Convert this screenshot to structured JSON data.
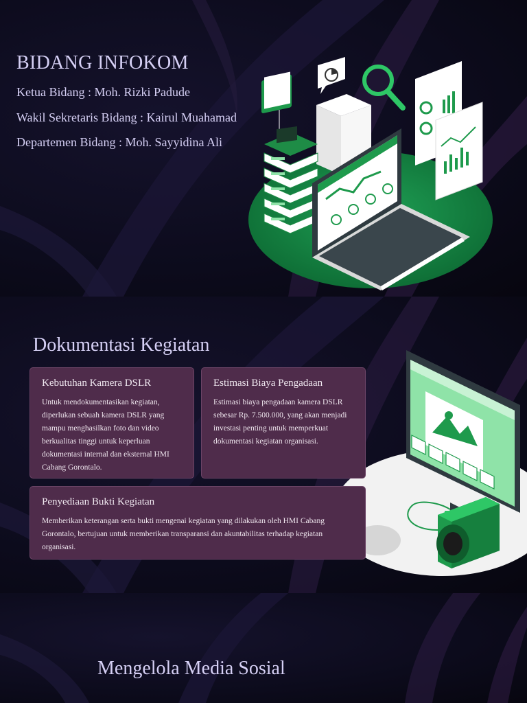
{
  "slide1": {
    "title": "BIDANG INFOKOM",
    "lines": [
      "Ketua Bidang : Moh. Rizki Padude",
      "Wakil Sekretaris Bidang : Kairul Muahamad",
      "Departemen Bidang : Moh. Sayyidina Ali"
    ],
    "illustration": "server-laptop-analytics-illustration",
    "accent": "#1f9d4f"
  },
  "slide2": {
    "title": "Dokumentasi Kegiatan",
    "cards": [
      {
        "heading": "Kebutuhan Kamera DSLR",
        "body": "Untuk mendokumentasikan kegiatan, diperlukan sebuah kamera DSLR yang mampu menghasilkan foto dan video berkualitas tinggi untuk keperluan dokumentasi internal dan eksternal HMI Cabang Gorontalo."
      },
      {
        "heading": "Estimasi Biaya Pengadaan",
        "body": "Estimasi biaya pengadaan kamera DSLR sebesar Rp. 7.500.000, yang akan menjadi investasi penting untuk memperkuat dokumentasi kegiatan organisasi."
      },
      {
        "heading": "Penyediaan Bukti Kegiatan",
        "body": "Memberikan keterangan serta bukti mengenai kegiatan yang dilakukan oleh HMI Cabang Gorontalo, bertujuan untuk memberikan transparansi dan akuntabilitas terhadap kegiatan organisasi."
      }
    ],
    "illustration": "monitor-camera-gallery-illustration",
    "card_color": "#4f2c4b"
  },
  "slide3": {
    "title": "Mengelola Media Sosial"
  }
}
